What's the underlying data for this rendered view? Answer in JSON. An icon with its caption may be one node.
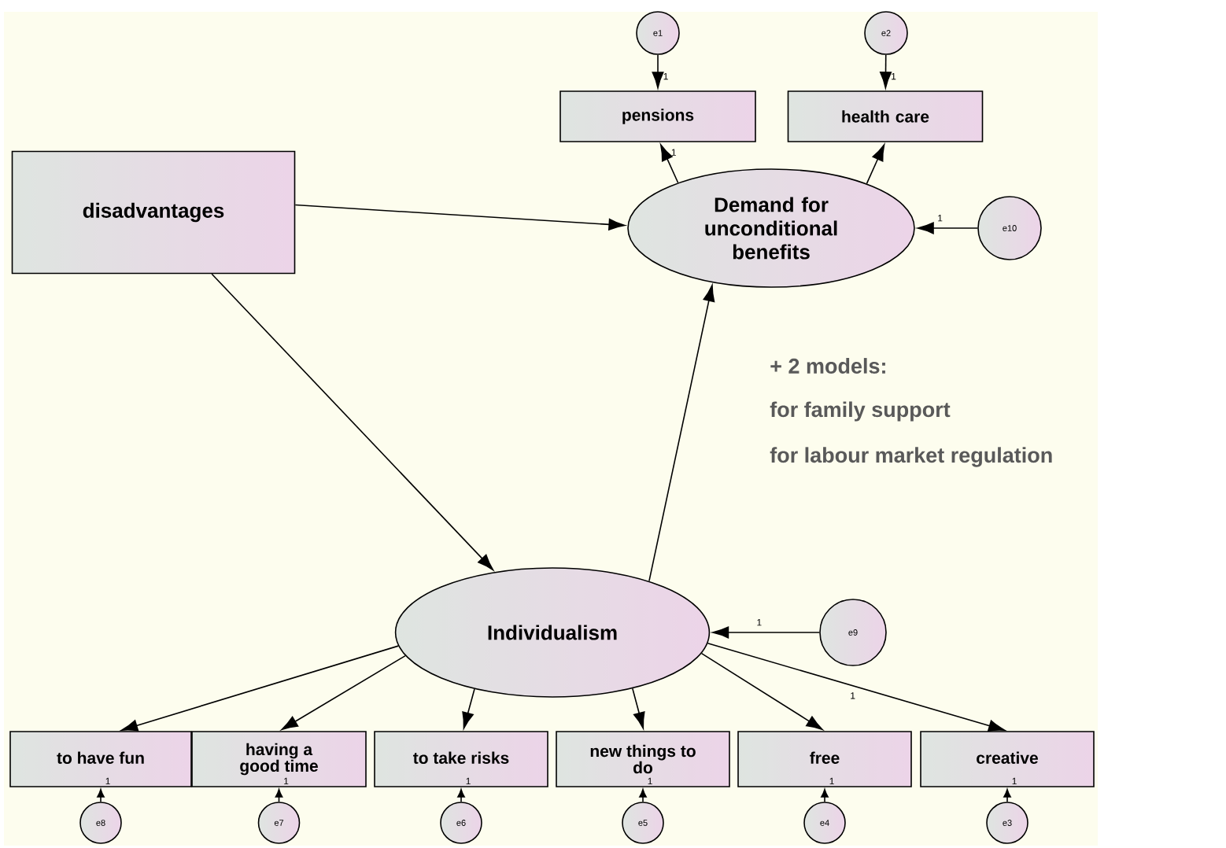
{
  "diagram": {
    "nodes": [
      {
        "text": [
          "e1"
        ]
      },
      {
        "text": [
          "e2"
        ]
      },
      {
        "text": [
          "pensions"
        ]
      },
      {
        "text": [
          "health care"
        ]
      },
      {
        "text": [
          "disadvantages"
        ]
      },
      {
        "text": [
          "Demand for unconditional benefits"
        ]
      },
      {
        "text": [
          "e10"
        ]
      },
      {
        "text": [
          "Individualism"
        ]
      },
      {
        "text": [
          "e9"
        ]
      },
      {
        "text": [
          "to have fun"
        ]
      },
      {
        "text": [
          "having a good time"
        ]
      },
      {
        "text": [
          "to take risks"
        ]
      },
      {
        "text": [
          "new things to do"
        ]
      },
      {
        "text": [
          "free"
        ]
      },
      {
        "text": [
          "creative"
        ]
      },
      {
        "text": [
          "e8"
        ]
      },
      {
        "text": [
          "e7"
        ]
      },
      {
        "text": [
          "e6"
        ]
      },
      {
        "text": [
          "e5"
        ]
      },
      {
        "text": [
          "e4"
        ]
      },
      {
        "text": [
          "e3"
        ]
      }
    ],
    "edges": [
      {
        "from": 0,
        "to": 2,
        "arrow": "to",
        "label": "1"
      },
      {
        "from": 1,
        "to": 3,
        "arrow": "to",
        "label": "1"
      },
      {
        "from": 5,
        "to": 2,
        "arrow": "to",
        "label": "1"
      },
      {
        "from": 5,
        "to": 3,
        "arrow": "to"
      },
      {
        "from": 4,
        "to": 5,
        "arrow": "to"
      },
      {
        "from": 6,
        "to": 5,
        "arrow": "to",
        "label": "1"
      },
      {
        "from": 4,
        "to": 7,
        "arrow": "to"
      },
      {
        "from": 7,
        "to": 5,
        "arrow": "to"
      },
      {
        "from": 8,
        "to": 7,
        "arrow": "to",
        "label": "1"
      },
      {
        "from": 7,
        "to": 9,
        "arrow": "to"
      },
      {
        "from": 7,
        "to": 10,
        "arrow": "to"
      },
      {
        "from": 7,
        "to": 11,
        "arrow": "to"
      },
      {
        "from": 7,
        "to": 12,
        "arrow": "to"
      },
      {
        "from": 7,
        "to": 13,
        "arrow": "to"
      },
      {
        "from": 7,
        "to": 14,
        "arrow": "to",
        "label": "1"
      },
      {
        "from": 15,
        "to": 9,
        "arrow": "to",
        "label": "1"
      },
      {
        "from": 16,
        "to": 10,
        "arrow": "to",
        "label": "1"
      },
      {
        "from": 17,
        "to": 11,
        "arrow": "to",
        "label": "1"
      },
      {
        "from": 18,
        "to": 12,
        "arrow": "to",
        "label": "1"
      },
      {
        "from": 19,
        "to": 13,
        "arrow": "to",
        "label": "1"
      },
      {
        "from": 20,
        "to": 14,
        "arrow": "to",
        "label": "1"
      }
    ],
    "labels": [
      "+ 2 models:",
      "for family support",
      "for labour market regulation"
    ]
  }
}
